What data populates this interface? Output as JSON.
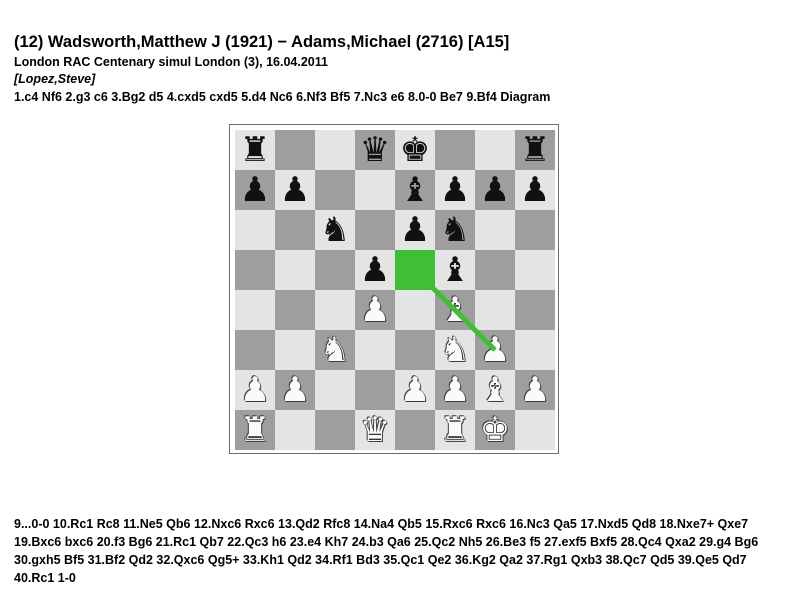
{
  "header": {
    "title": "(12) Wadsworth,Matthew J (1921) − Adams,Michael (2716) [A15]",
    "event": "London RAC Centenary simul London (3), 16.04.2011",
    "annotator": "[Lopez,Steve]",
    "moves_before": "1.c4 Nf6 2.g3 c6 3.Bg2 d5 4.cxd5 cxd5 5.d4 Nc6 6.Nf3 Bf5 7.Nc3 e6 8.0-0 Be7 9.Bf4 Diagram"
  },
  "moves_after": "9...0-0 10.Rc1 Rc8 11.Ne5 Qb6 12.Nxc6 Rxc6 13.Qd2 Rfc8 14.Na4 Qb5 15.Rxc6 Rxc6 16.Nc3 Qa5 17.Nxd5 Qd8 18.Nxe7+ Qxe7 19.Bxc6 bxc6 20.f3 Bg6 21.Rc1 Qb7 22.Qc3 h6 23.e4 Kh7 24.b3 Qa6 25.Qc2 Nh5 26.Be3 f5 27.exf5 Bxf5 28.Qc4 Qxa2 29.g4 Bg6 30.gxh5 Bf5 31.Bf2 Qd2 32.Qxc6 Qg5+ 33.Kh1 Qd2 34.Rf1 Bd3 35.Qc1 Qe2 36.Kg2 Qa2 37.Rg1 Qxb3 38.Qc7 Qd5 39.Qe5 Qd7 40.Rc1 1-0",
  "board": {
    "highlight_square": "e5",
    "arrow": {
      "from": "g3",
      "to": "e5",
      "color": "#3fbf34"
    },
    "pieces": [
      {
        "sq": "a8",
        "color": "b",
        "type": "rook",
        "glyph": "♜"
      },
      {
        "sq": "d8",
        "color": "b",
        "type": "queen",
        "glyph": "♛"
      },
      {
        "sq": "e8",
        "color": "b",
        "type": "king",
        "glyph": "♚"
      },
      {
        "sq": "h8",
        "color": "b",
        "type": "rook",
        "glyph": "♜"
      },
      {
        "sq": "a7",
        "color": "b",
        "type": "pawn",
        "glyph": "♟"
      },
      {
        "sq": "b7",
        "color": "b",
        "type": "pawn",
        "glyph": "♟"
      },
      {
        "sq": "e7",
        "color": "b",
        "type": "bishop",
        "glyph": "♝"
      },
      {
        "sq": "f7",
        "color": "b",
        "type": "pawn",
        "glyph": "♟"
      },
      {
        "sq": "g7",
        "color": "b",
        "type": "pawn",
        "glyph": "♟"
      },
      {
        "sq": "h7",
        "color": "b",
        "type": "pawn",
        "glyph": "♟"
      },
      {
        "sq": "c6",
        "color": "b",
        "type": "knight",
        "glyph": "♞"
      },
      {
        "sq": "e6",
        "color": "b",
        "type": "pawn",
        "glyph": "♟"
      },
      {
        "sq": "f6",
        "color": "b",
        "type": "knight",
        "glyph": "♞"
      },
      {
        "sq": "d5",
        "color": "b",
        "type": "pawn",
        "glyph": "♟"
      },
      {
        "sq": "f5",
        "color": "b",
        "type": "bishop",
        "glyph": "♝"
      },
      {
        "sq": "d4",
        "color": "w",
        "type": "pawn",
        "glyph": "♟"
      },
      {
        "sq": "f4",
        "color": "w",
        "type": "bishop",
        "glyph": "♝"
      },
      {
        "sq": "c3",
        "color": "w",
        "type": "knight",
        "glyph": "♞"
      },
      {
        "sq": "f3",
        "color": "w",
        "type": "knight",
        "glyph": "♞"
      },
      {
        "sq": "g3",
        "color": "w",
        "type": "pawn",
        "glyph": "♟"
      },
      {
        "sq": "a2",
        "color": "w",
        "type": "pawn",
        "glyph": "♟"
      },
      {
        "sq": "b2",
        "color": "w",
        "type": "pawn",
        "glyph": "♟"
      },
      {
        "sq": "e2",
        "color": "w",
        "type": "pawn",
        "glyph": "♟"
      },
      {
        "sq": "f2",
        "color": "w",
        "type": "pawn",
        "glyph": "♟"
      },
      {
        "sq": "g2",
        "color": "w",
        "type": "bishop",
        "glyph": "♝"
      },
      {
        "sq": "h2",
        "color": "w",
        "type": "pawn",
        "glyph": "♟"
      },
      {
        "sq": "a1",
        "color": "w",
        "type": "rook",
        "glyph": "♜"
      },
      {
        "sq": "d1",
        "color": "w",
        "type": "queen",
        "glyph": "♛"
      },
      {
        "sq": "f1",
        "color": "w",
        "type": "rook",
        "glyph": "♜"
      },
      {
        "sq": "g1",
        "color": "w",
        "type": "king",
        "glyph": "♚"
      }
    ]
  }
}
